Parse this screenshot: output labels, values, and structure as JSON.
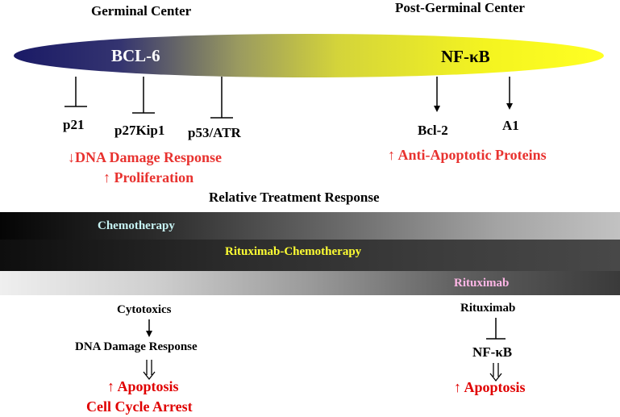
{
  "header": {
    "left": "Germinal Center",
    "right": "Post-Germinal Center"
  },
  "ellipse": {
    "left_label": "BCL-6",
    "right_label": "NF-κB"
  },
  "bcl6_targets": [
    "p21",
    "p27Kip1",
    "p53/ATR"
  ],
  "nfkb_targets": [
    "Bcl-2",
    "A1"
  ],
  "left_effects": [
    "↓DNA Damage Response",
    "↑ Proliferation"
  ],
  "right_effect": "↑ Anti-Apoptotic Proteins",
  "treatment": {
    "title": "Relative Treatment Response",
    "bars": [
      "Chemotherapy",
      "Rituximab-Chemotherapy",
      "Rituximab"
    ]
  },
  "left_pathway": {
    "agent": "Cytotoxics",
    "step": "DNA Damage Response",
    "outcome": [
      "↑ Apoptosis",
      "Cell Cycle Arrest"
    ]
  },
  "right_pathway": {
    "agent": "Rituximab",
    "step": "NF-κB",
    "outcome": "↑ Apoptosis"
  },
  "colors": {
    "ellipse_start": "#1a1a66",
    "ellipse_end": "#ffff22",
    "effect_red": "#e8322f",
    "chemo_text": "#c6f2f2",
    "ritchemo_text": "#ffff33",
    "rituximab_text": "#ffb6e6"
  }
}
